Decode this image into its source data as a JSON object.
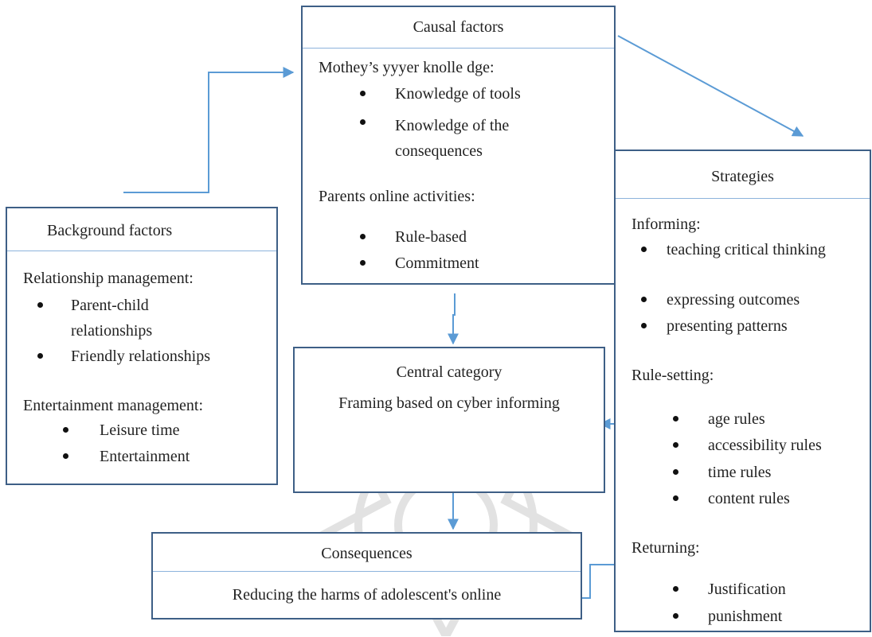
{
  "colors": {
    "box_border": "#3e5f86",
    "connector": "#5b9bd5",
    "divider": "#8db3dc",
    "watermark": "#d9d9d9"
  },
  "causal": {
    "title": "Causal factors",
    "section1": {
      "heading": "Mothey’s yyyer knolle  dge:",
      "items": [
        "Knowledge of tools",
        "Knowledge of the consequences"
      ]
    },
    "section2": {
      "heading": "Parents online activities:",
      "items": [
        "Rule-based",
        "Commitment"
      ]
    }
  },
  "background": {
    "title": "Background factors",
    "section1": {
      "heading": "Relationship management:",
      "items": [
        "Parent-child relationships",
        "Friendly relationships"
      ]
    },
    "section2": {
      "heading": "Entertainment management:",
      "items": [
        "Leisure time",
        "Entertainment"
      ]
    }
  },
  "central": {
    "title": "Central category",
    "text": "Framing based on cyber informing"
  },
  "consequences": {
    "title": "Consequences",
    "text": "Reducing the harms of adolescent's online"
  },
  "strategies": {
    "title": "Strategies",
    "section1": {
      "heading": "Informing:",
      "items": [
        "teaching critical thinking",
        "expressing outcomes",
        "presenting patterns"
      ]
    },
    "section2": {
      "heading": "Rule-setting:",
      "items": [
        "age rules",
        " accessibility rules",
        " time rules",
        "content rules"
      ]
    },
    "section3": {
      "heading": "Returning:",
      "items": [
        "Justification",
        "punishment"
      ]
    }
  }
}
